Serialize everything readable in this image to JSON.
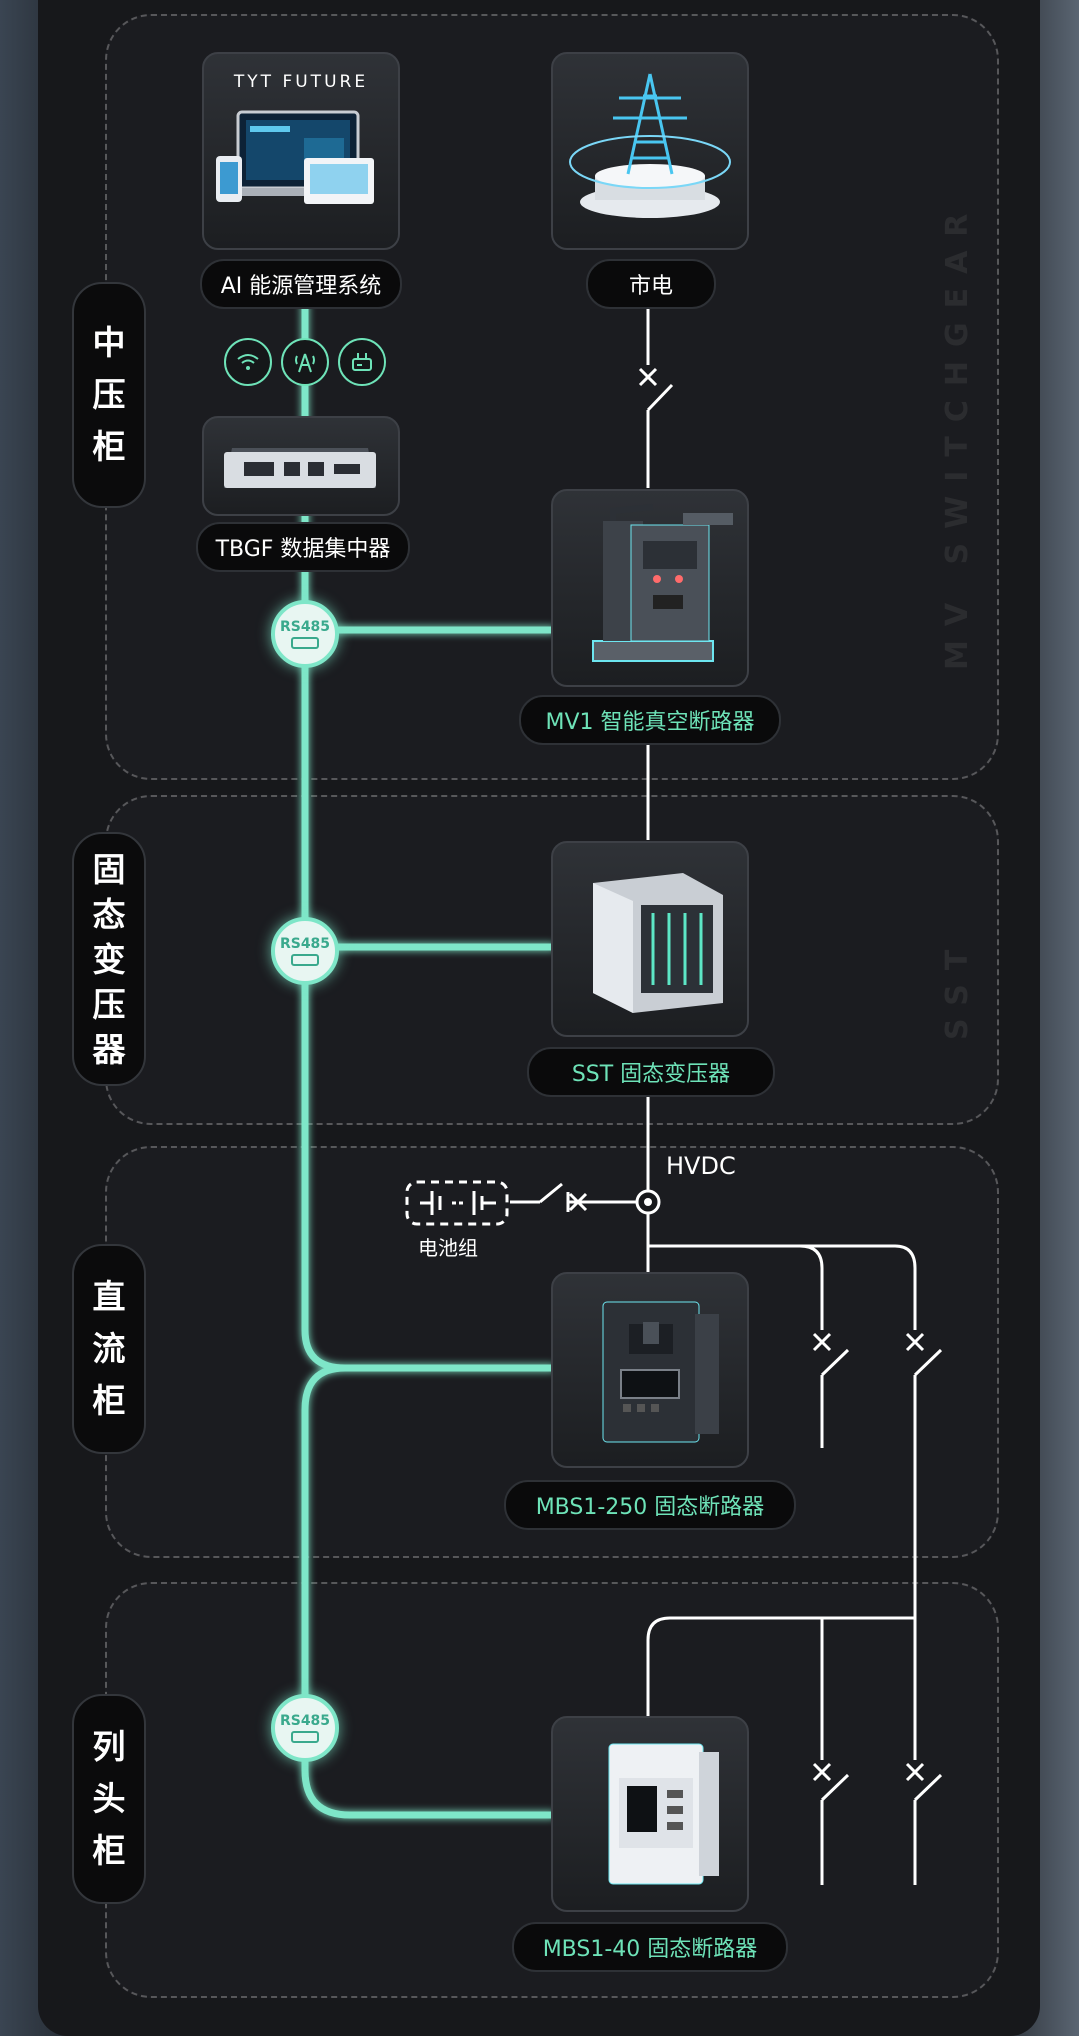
{
  "sections": {
    "mv": {
      "label": "中压柜",
      "chars": [
        "中",
        "压",
        "柜"
      ],
      "watermark": "MV SWITCHGEAR"
    },
    "sst": {
      "label": "固态变压器",
      "chars": [
        "固",
        "态",
        "变",
        "压",
        "器"
      ],
      "watermark": "SST"
    },
    "dc": {
      "label": "直流柜",
      "chars": [
        "直",
        "流",
        "柜"
      ]
    },
    "head": {
      "label": "列头柜",
      "chars": [
        "列",
        "头",
        "柜"
      ]
    }
  },
  "nodes": {
    "ems": {
      "label": "AI 能源管理系统",
      "brand": "TYT FUTURE"
    },
    "grid": {
      "label": "市电"
    },
    "concentrator": {
      "label": "TBGF 数据集中器"
    },
    "mv1": {
      "label": "MV1 智能真空断路器"
    },
    "sst": {
      "label": "SST 固态变压器"
    },
    "mbs250": {
      "label": "MBS1-250 固态断路器"
    },
    "mbs40": {
      "label": "MBS1-40 固态断路器"
    },
    "battery": {
      "label": "电池组"
    }
  },
  "bus_label": "HVDC",
  "protocol_label": "RS485",
  "comm_icons": [
    "wifi-icon",
    "antenna-icon",
    "router-icon"
  ],
  "colors": {
    "accent": "#7ee6c8",
    "wire": "#ffffff",
    "label_green": "#6ee3b8"
  }
}
